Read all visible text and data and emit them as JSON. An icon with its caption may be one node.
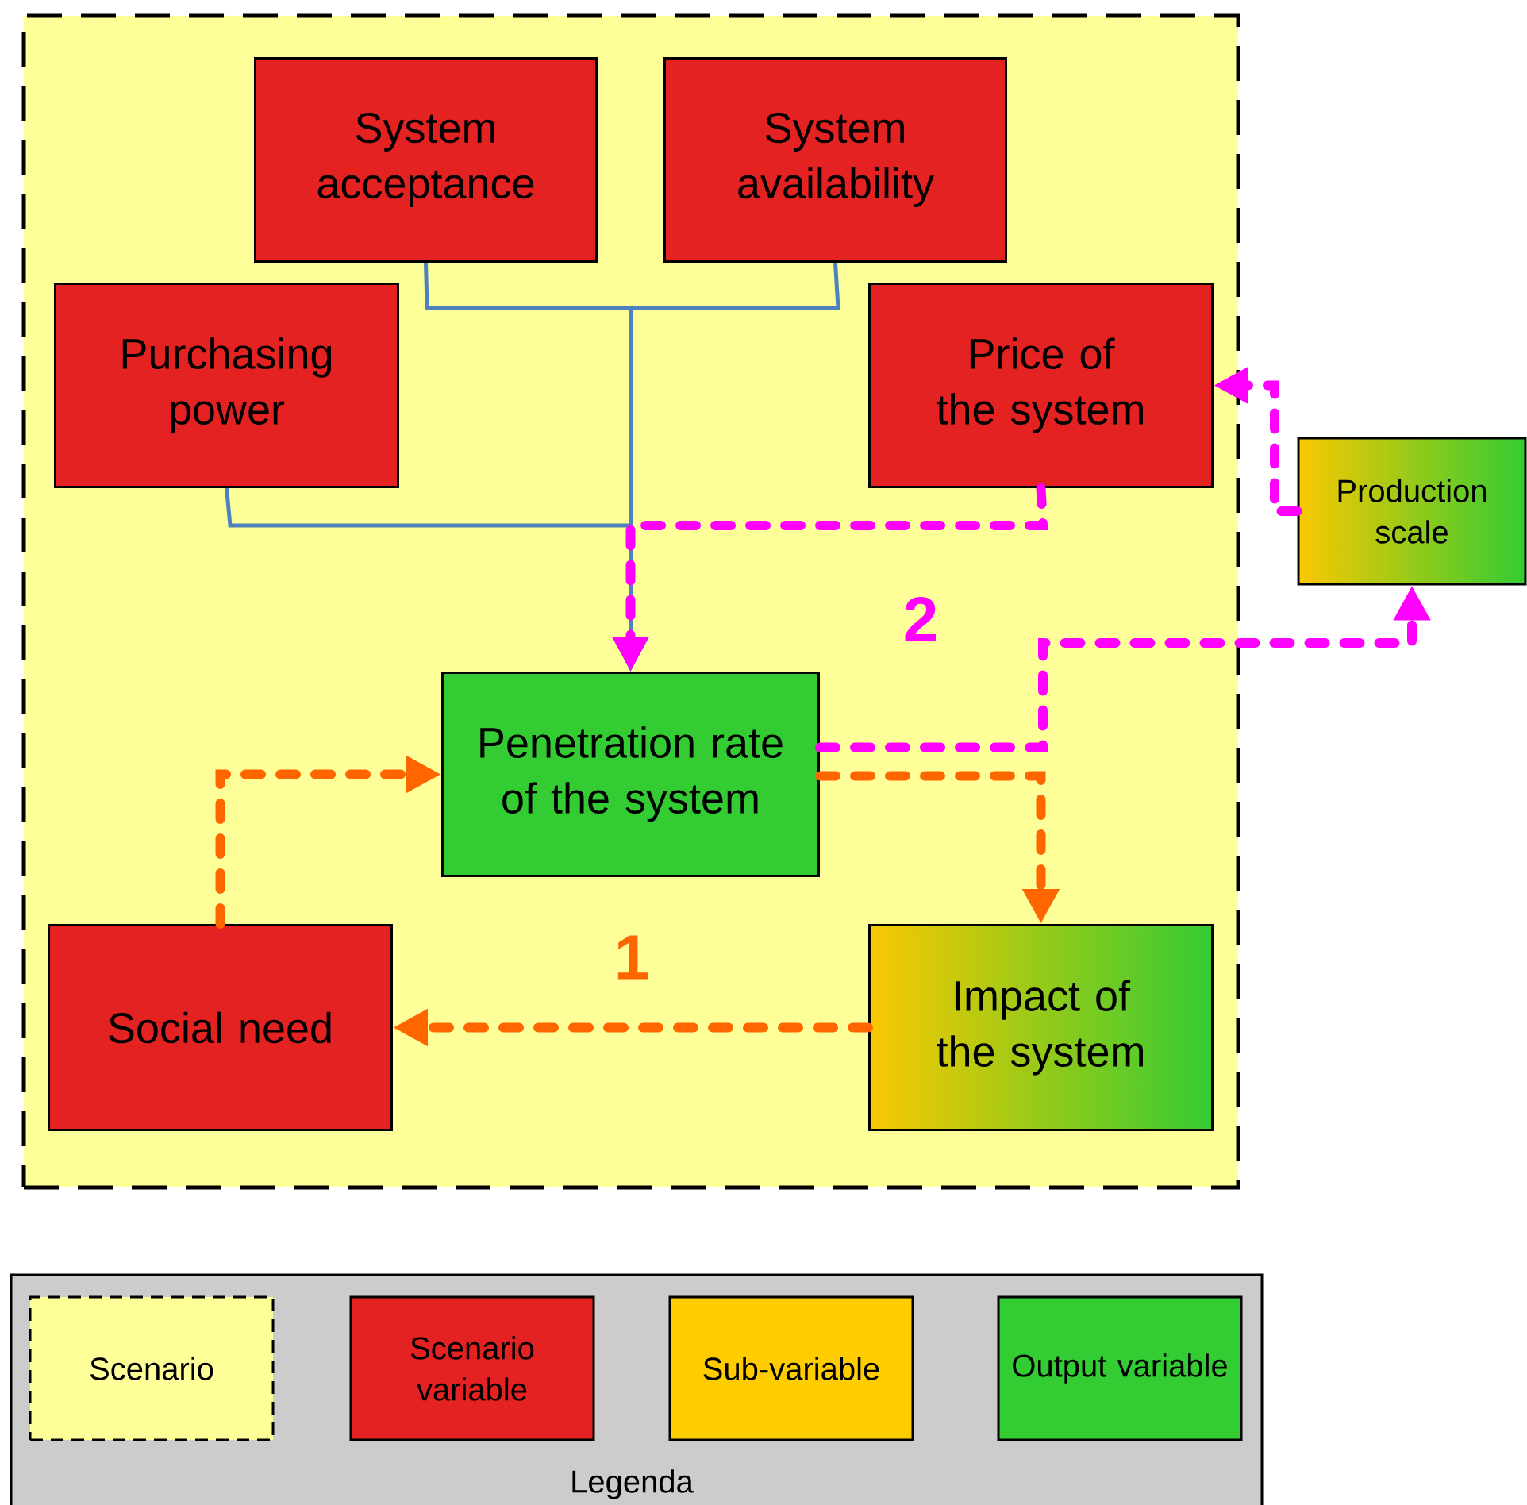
{
  "diagram": {
    "nodes": [
      {
        "text": [],
        "shape": "box"
      },
      {
        "text": [
          "System acceptance"
        ],
        "in": 0
      },
      {
        "text": [
          "System availability"
        ],
        "in": 0
      },
      {
        "text": [
          "Purchasing power"
        ],
        "in": 0
      },
      {
        "text": [
          "Price of the system"
        ],
        "in": 0
      },
      {
        "text": [
          "Production scale"
        ]
      },
      {
        "text": [
          "Penetration rate of the system"
        ],
        "in": 0
      },
      {
        "text": [
          "Social need"
        ],
        "in": 0
      },
      {
        "text": [
          "Impact of the system"
        ],
        "in": 0
      }
    ],
    "edges": [
      {
        "from": 1,
        "to": 6,
        "arrow": "to",
        "color": "#4f81bd"
      },
      {
        "from": 2,
        "to": 6,
        "arrow": "to",
        "color": "#4f81bd"
      },
      {
        "from": 3,
        "to": 6,
        "arrow": "to",
        "color": "#4f81bd"
      },
      {
        "from": 4,
        "to": 6,
        "arrow": "to",
        "style": "dashed",
        "color": "#ff00ff"
      },
      {
        "from": 6,
        "to": 5,
        "arrow": "to",
        "style": "dashed",
        "color": "#ff00ff"
      },
      {
        "from": 5,
        "to": 4,
        "arrow": "to",
        "style": "dashed",
        "color": "#ff00ff"
      },
      {
        "from": 6,
        "to": 8,
        "arrow": "to",
        "style": "dashed",
        "color": "#ff6600"
      },
      {
        "from": 8,
        "to": 7,
        "arrow": "to",
        "style": "dashed",
        "color": "#ff6600"
      },
      {
        "from": 7,
        "to": 6,
        "arrow": "to",
        "style": "dashed",
        "color": "#ff6600"
      }
    ],
    "labels": [
      "2",
      "1",
      "Legenda"
    ],
    "legend": [
      {
        "text": "Scenario",
        "color": "#ffff99"
      },
      {
        "text": "Scenario variable",
        "color": "#e52222"
      },
      {
        "text": "Sub-variable",
        "color": "#ffcc00"
      },
      {
        "text": "Output variable",
        "color": "#33cc33"
      }
    ]
  }
}
